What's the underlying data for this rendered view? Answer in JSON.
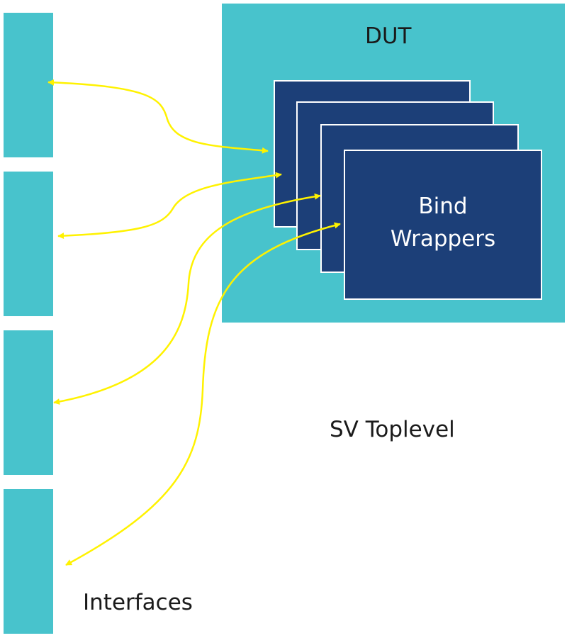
{
  "dut": {
    "label": "DUT"
  },
  "wrappers": {
    "line1": "Bind",
    "line2": "Wrappers"
  },
  "toplevel": {
    "label": "SV Toplevel"
  },
  "interfaces": {
    "label": "Interfaces"
  },
  "colors": {
    "block": "#48c3cc",
    "wrapper": "#1c3f78",
    "arrow": "#fff200"
  }
}
